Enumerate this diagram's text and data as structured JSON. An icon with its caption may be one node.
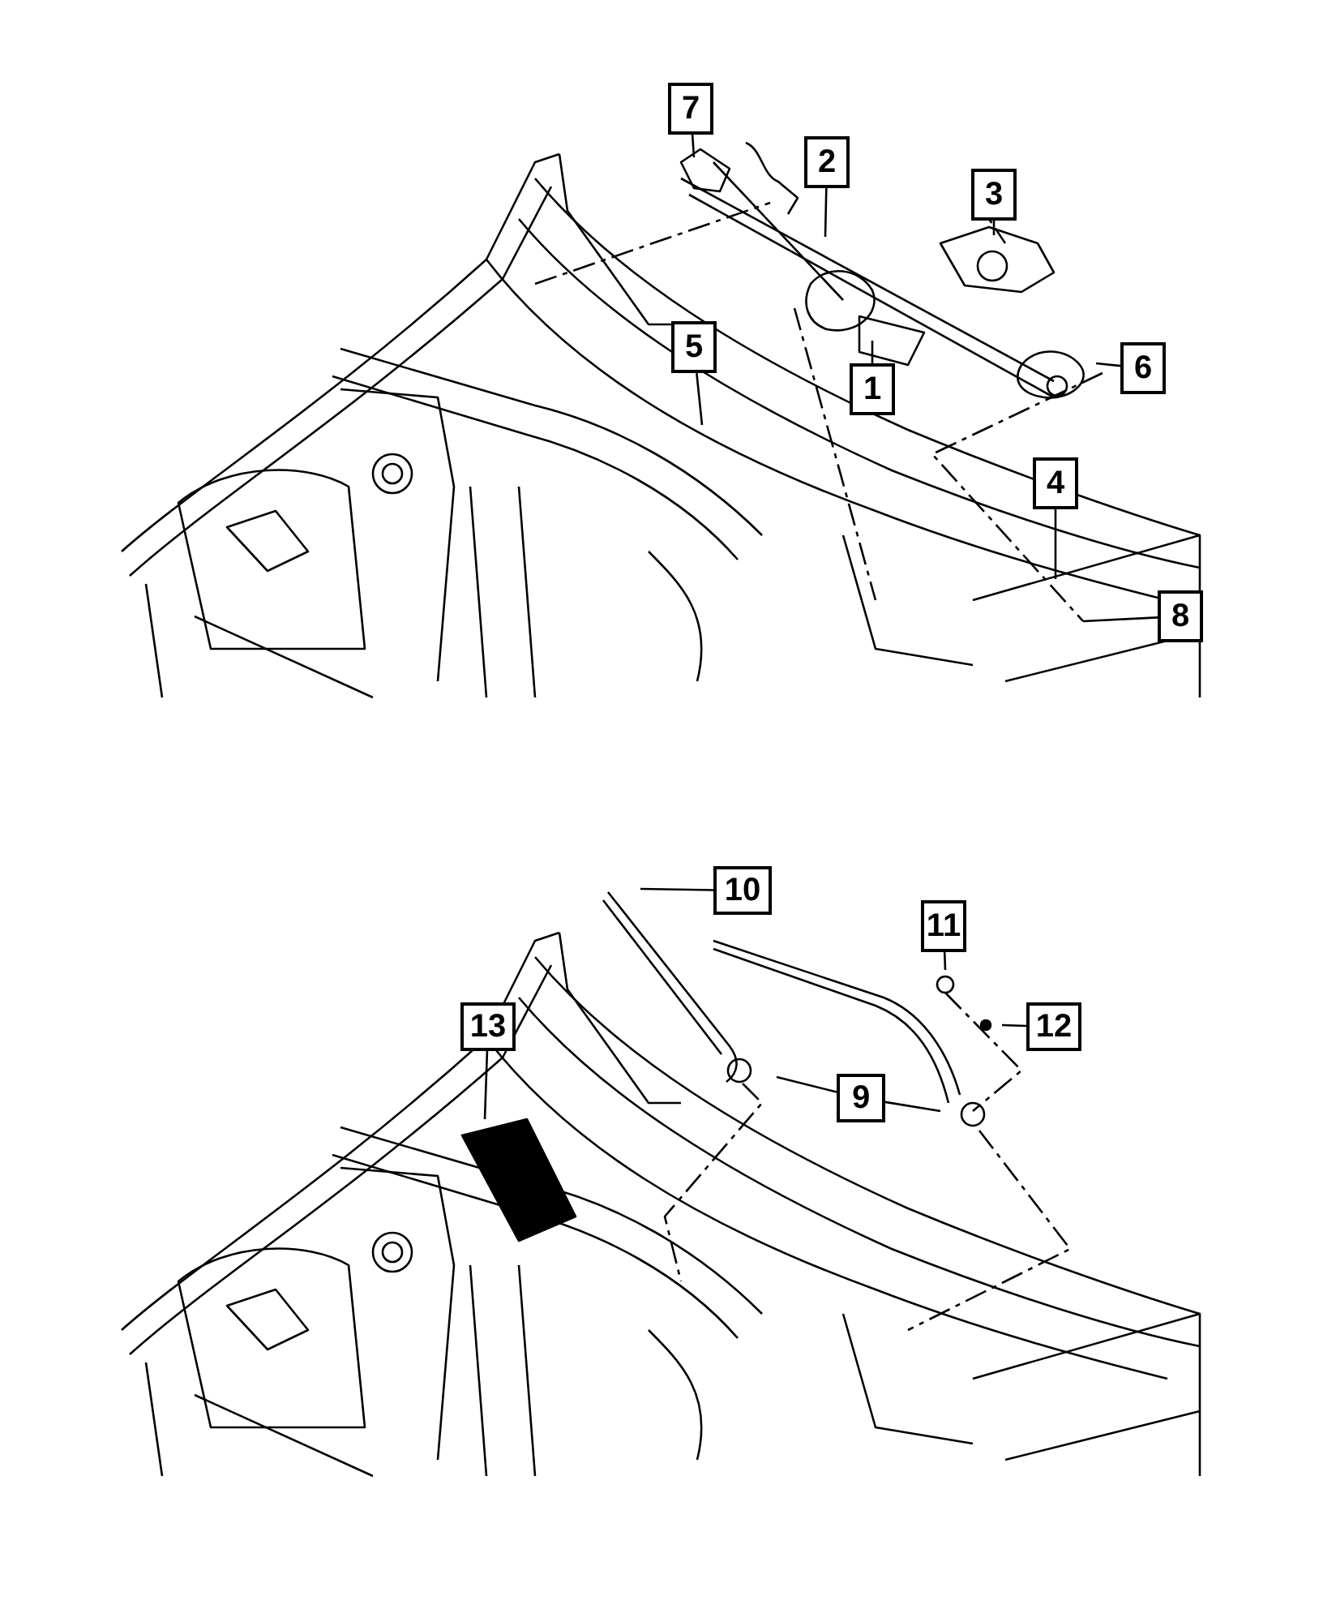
{
  "diagram": {
    "nodes": [
      {
        "text": [
          "7"
        ]
      },
      {
        "text": [
          "2"
        ]
      },
      {
        "text": [
          "3"
        ]
      },
      {
        "text": [
          "5"
        ]
      },
      {
        "text": [
          "1"
        ]
      },
      {
        "text": [
          "6"
        ]
      },
      {
        "text": [
          "4"
        ]
      },
      {
        "text": [
          "8"
        ]
      },
      {
        "text": [
          "10"
        ]
      },
      {
        "text": [
          "11"
        ]
      },
      {
        "text": [
          "12"
        ]
      },
      {
        "text": [
          "9"
        ]
      },
      {
        "text": [
          "13"
        ]
      }
    ],
    "edges": [
      {
        "from": 0,
        "to": null,
        "arrow": "none"
      },
      {
        "from": 1,
        "to": null,
        "arrow": "none"
      },
      {
        "from": 2,
        "to": null,
        "arrow": "none"
      },
      {
        "from": 3,
        "to": null,
        "arrow": "none"
      },
      {
        "from": 4,
        "to": null,
        "arrow": "none"
      },
      {
        "from": 5,
        "to": null,
        "arrow": "none"
      },
      {
        "from": 6,
        "to": null,
        "arrow": "none"
      },
      {
        "from": 7,
        "to": null,
        "arrow": "none"
      },
      {
        "from": 8,
        "to": null,
        "arrow": "none"
      },
      {
        "from": 9,
        "to": null,
        "arrow": "none"
      },
      {
        "from": 10,
        "to": null,
        "arrow": "none"
      },
      {
        "from": 11,
        "to": null,
        "arrow": "none"
      },
      {
        "from": 11,
        "to": null,
        "arrow": "none"
      },
      {
        "from": 12,
        "to": null,
        "arrow": "none"
      }
    ]
  }
}
